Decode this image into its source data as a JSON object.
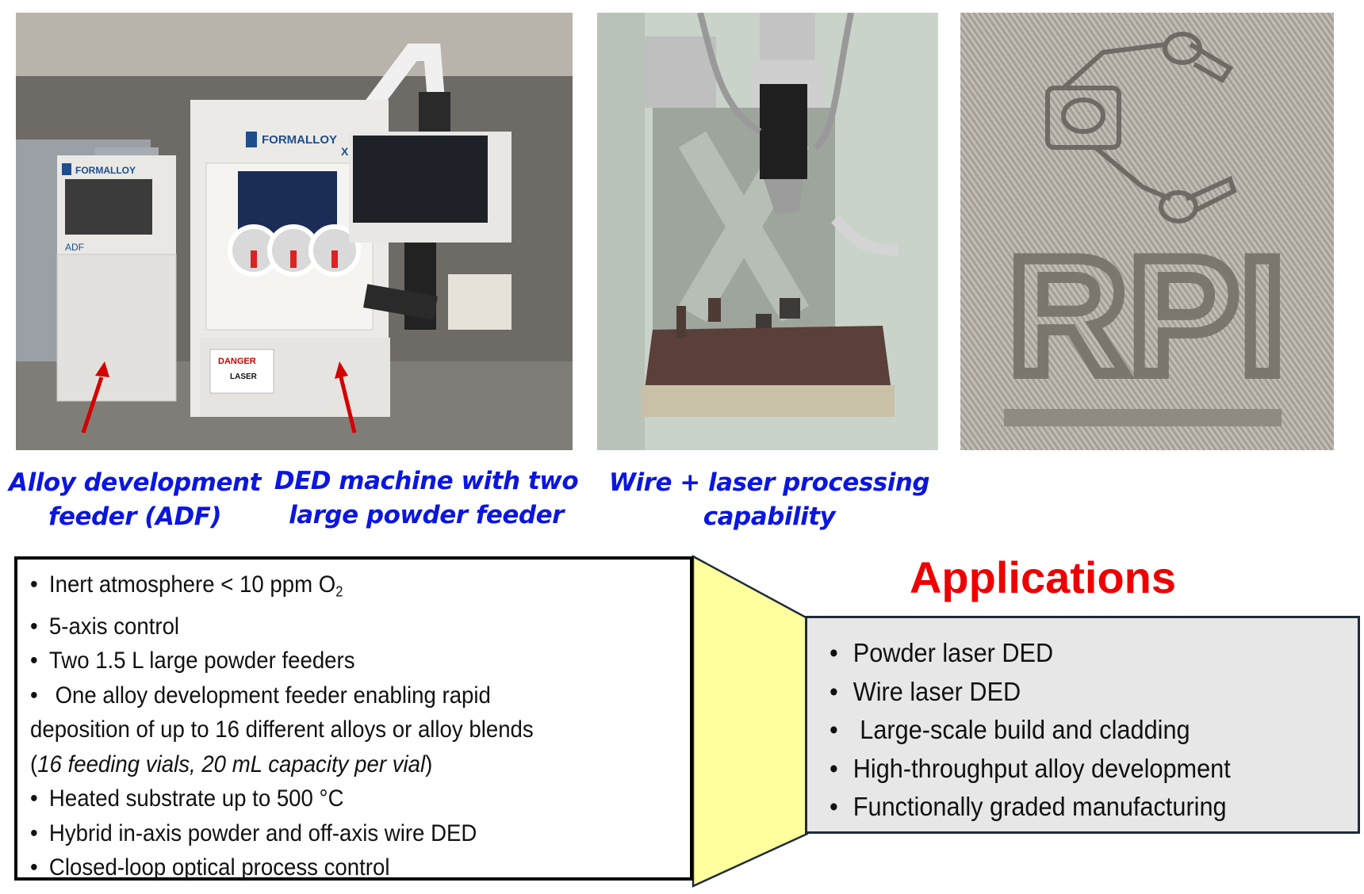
{
  "photos": [
    {
      "id": "machine-photo",
      "description": "FormAlloy DED machine with alloy development feeder",
      "labels": {
        "brand_main": "FORMALLOY",
        "brand_feeder": "FORMALLOY",
        "feeder_tag": "ADF",
        "danger": "DANGER",
        "laser": "LASER",
        "axis_tag": "X"
      }
    },
    {
      "id": "wire-laser-photo",
      "description": "Wire + laser deposition head over build plate"
    },
    {
      "id": "rpi-print-photo",
      "description": "Printed RPI logo deposited on metal substrate",
      "text": "RPI"
    }
  ],
  "captions": {
    "adf": {
      "line1": "Alloy development",
      "line2": "feeder (ADF)"
    },
    "ded": {
      "line1": "DED machine with two",
      "line2": "large powder feeder"
    },
    "wire": {
      "line1": "Wire + laser processing",
      "line2": "capability"
    }
  },
  "specs": {
    "items": [
      {
        "bullet": "•",
        "text": "Inert atmosphere < 10 ppm O",
        "sub": "2"
      },
      {
        "bullet": "•",
        "text": "5-axis control"
      },
      {
        "bullet": "•",
        "text": "Two 1.5 L large powder feeders"
      },
      {
        "bullet": "•",
        "text": " One alloy development feeder enabling rapid"
      },
      {
        "bullet": "",
        "text": "deposition of up to 16 different alloys or alloy blends"
      },
      {
        "bullet": "",
        "text_open": "(",
        "text_italic": "16 feeding vials, 20 mL capacity per vial",
        "text_close": ")"
      },
      {
        "bullet": "•",
        "text": "Heated substrate up to 500 °C"
      },
      {
        "bullet": "•",
        "text": "Hybrid in-axis powder and off-axis wire DED"
      },
      {
        "bullet": "•",
        "text": "Closed-loop optical process control"
      }
    ]
  },
  "applications": {
    "title": "Applications",
    "items": [
      {
        "bullet": "•",
        "text": "Powder laser DED"
      },
      {
        "bullet": "•",
        "text": "Wire laser DED"
      },
      {
        "bullet": "•",
        "text": " Large-scale build and cladding"
      },
      {
        "bullet": "•",
        "text": "High-throughput alloy development"
      },
      {
        "bullet": "•",
        "text": "Functionally graded manufacturing"
      }
    ]
  },
  "colors": {
    "caption_blue": "#0b16e0",
    "title_red": "#ee0000",
    "arrow_red": "#d40000",
    "connector_yellow": "#ffff9e",
    "apps_box_bg": "#e7e7e7"
  }
}
